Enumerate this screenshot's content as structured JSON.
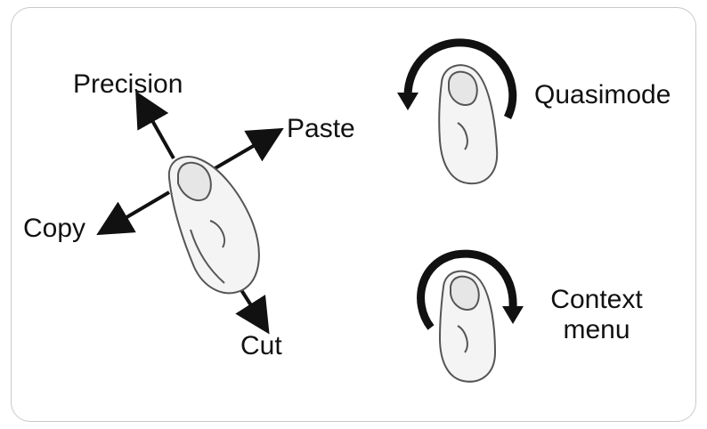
{
  "gestures": {
    "precision_label": "Precision",
    "paste_label": "Paste",
    "copy_label": "Copy",
    "cut_label": "Cut",
    "quasimode_label": "Quasimode",
    "context_menu_line1": "Context",
    "context_menu_line2": "menu"
  },
  "icons": {
    "thumb_main": "thumb-icon",
    "counterclockwise": "counterclockwise-arrow-icon",
    "clockwise": "clockwise-arrow-icon"
  },
  "colors": {
    "ink": "#111111",
    "frame_border": "#c9c9c9",
    "sketch": "#555555"
  }
}
